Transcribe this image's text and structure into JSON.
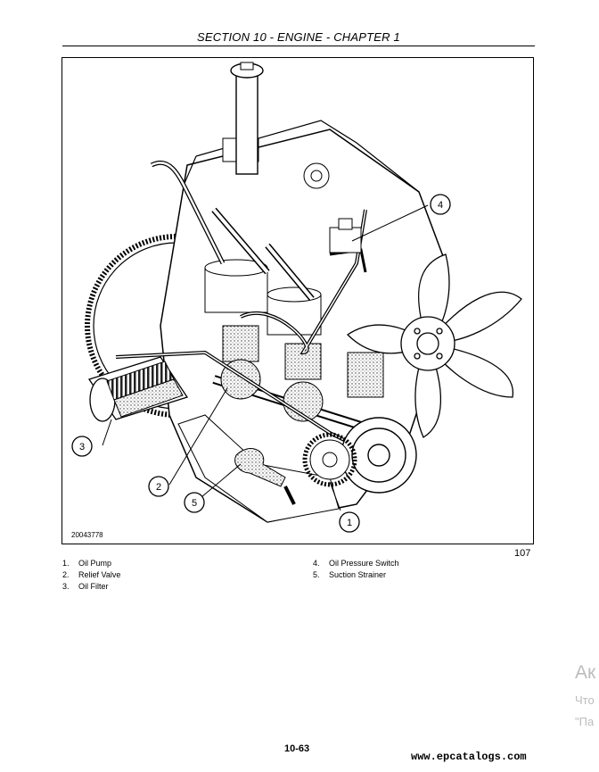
{
  "header": {
    "title": "SECTION 10 - ENGINE - CHAPTER 1"
  },
  "figure": {
    "id": "20043778",
    "number": "107",
    "callouts": [
      "1",
      "2",
      "3",
      "4",
      "5"
    ]
  },
  "legend": {
    "left": [
      {
        "num": "1.",
        "label": "Oil Pump"
      },
      {
        "num": "2.",
        "label": "Relief Valve"
      },
      {
        "num": "3.",
        "label": "Oil Filter"
      }
    ],
    "right": [
      {
        "num": "4.",
        "label": "Oil Pressure Switch"
      },
      {
        "num": "5.",
        "label": "Suction Strainer"
      }
    ]
  },
  "watermark": {
    "line1": "Ак",
    "line2": "Что",
    "line3": "\"Па"
  },
  "footer": {
    "page_number": "10-63",
    "site": "www.epcatalogs.com"
  }
}
